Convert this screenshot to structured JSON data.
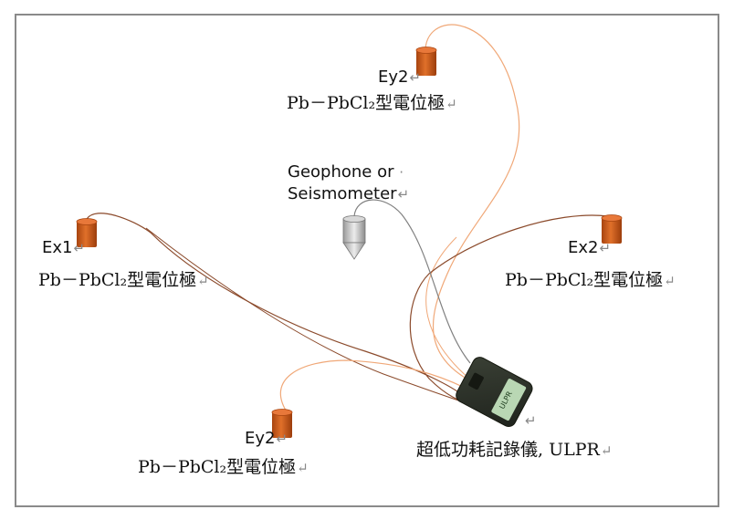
{
  "electrodes": {
    "ey2_top": {
      "name": "Ey2",
      "type": "Pb－PbCl₂型電位極"
    },
    "ex1": {
      "name": "Ex1",
      "type": "Pb－PbCl₂型電位極"
    },
    "ex2": {
      "name": "Ex2",
      "type": "Pb－PbCl₂型電位極"
    },
    "ey2_bottom": {
      "name": "Ey2",
      "type": "Pb－PbCl₂型電位極"
    }
  },
  "sensor": {
    "line1": "Geophone or",
    "line2": "Seismometer"
  },
  "logger": {
    "label": "超低功耗記錄儀, ULPR",
    "badge": "ULPR"
  },
  "paragraph_mark": "↵",
  "colors": {
    "frame": "#8a8a8a",
    "electrode": "#d2601a",
    "brown_wire": "#8b4a2b",
    "orange_wire": "#f0a878",
    "gray_wire": "#808080",
    "logger_body": "#2d3229",
    "logger_tag": "#b9d7b4"
  }
}
